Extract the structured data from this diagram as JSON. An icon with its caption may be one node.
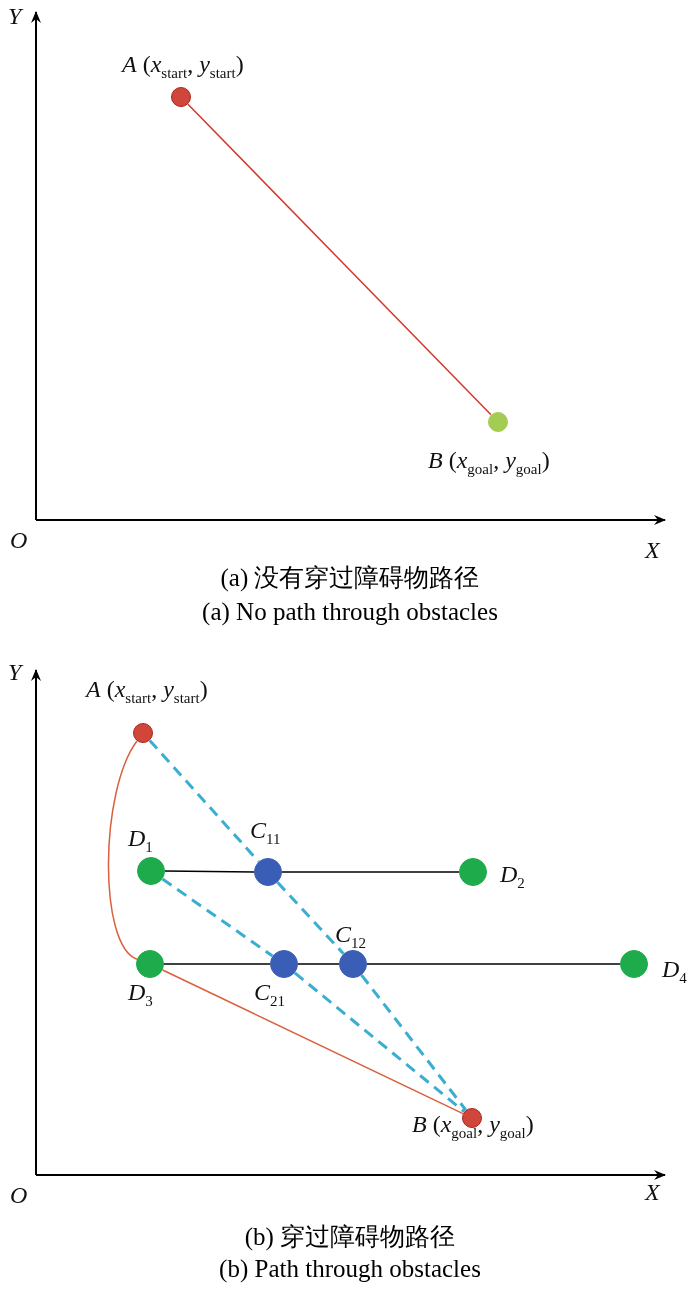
{
  "diagram": {
    "nodes": [
      {
        "text": [],
        "shape": "circle",
        "beside": [
          "*A* (*x*$_{start}$, *y*$_{start}$)"
        ]
      },
      {
        "text": [],
        "shape": "circle",
        "beside": [
          "*B* (*x*$_{goal}$, *y*$_{goal}$)"
        ]
      },
      {
        "text": [],
        "shape": "circle",
        "beside": [
          "*A* (*x*$_{start}$, *y*$_{start}$)"
        ]
      },
      {
        "text": [],
        "shape": "circle",
        "beside": [
          "*D*$_{1}$"
        ]
      },
      {
        "text": [],
        "shape": "circle",
        "beside": [
          "*C*$_{11}$"
        ]
      },
      {
        "text": [],
        "shape": "circle",
        "beside": [
          "*D*$_{2}$"
        ]
      },
      {
        "text": [],
        "shape": "circle",
        "beside": [
          "*C*$_{12}$"
        ]
      },
      {
        "text": [],
        "shape": "circle",
        "beside": [
          "*D*$_{3}$"
        ]
      },
      {
        "text": [],
        "shape": "circle",
        "beside": [
          "*C*$_{21}$"
        ]
      },
      {
        "text": [],
        "shape": "circle",
        "beside": [
          "*D*$_{4}$"
        ]
      },
      {
        "text": [],
        "shape": "circle",
        "beside": [
          "*B* (*x*$_{goal}$, *y*$_{goal}$)"
        ]
      }
    ],
    "edges": [
      {
        "from": 0,
        "to": 1,
        "arrow": "none",
        "color": "#d0392b"
      },
      {
        "from": 2,
        "to": 4,
        "arrow": "none",
        "style": "dashed",
        "color": "#3aaed0"
      },
      {
        "from": 4,
        "to": 6,
        "arrow": "none",
        "style": "dashed",
        "color": "#3aaed0"
      },
      {
        "from": 6,
        "to": 10,
        "arrow": "none",
        "style": "dashed",
        "color": "#3aaed0"
      },
      {
        "from": 3,
        "to": 8,
        "arrow": "none",
        "style": "dashed",
        "color": "#3aaed0"
      },
      {
        "from": 8,
        "to": 10,
        "arrow": "none",
        "style": "dashed",
        "color": "#3aaed0"
      },
      {
        "from": 3,
        "to": 4,
        "arrow": "none",
        "color": "#000000"
      },
      {
        "from": 4,
        "to": 5,
        "arrow": "none",
        "color": "#000000"
      },
      {
        "from": 7,
        "to": 8,
        "arrow": "none",
        "color": "#000000"
      },
      {
        "from": 8,
        "to": 6,
        "arrow": "none",
        "color": "#000000"
      },
      {
        "from": 6,
        "to": 9,
        "arrow": "none",
        "color": "#000000"
      },
      {
        "from": 2,
        "to": 7,
        "arrow": "none",
        "color": "#d9603f"
      },
      {
        "from": 7,
        "to": 10,
        "arrow": "none",
        "color": "#d9603f"
      }
    ],
    "labels": [
      "Y",
      "O",
      "X",
      "(a) 没有穿过障碍物路径",
      "(a) No path through obstacles",
      "Y",
      "O",
      "X",
      "(b) 穿过障碍物路径",
      "(b) Path through obstacles"
    ]
  }
}
